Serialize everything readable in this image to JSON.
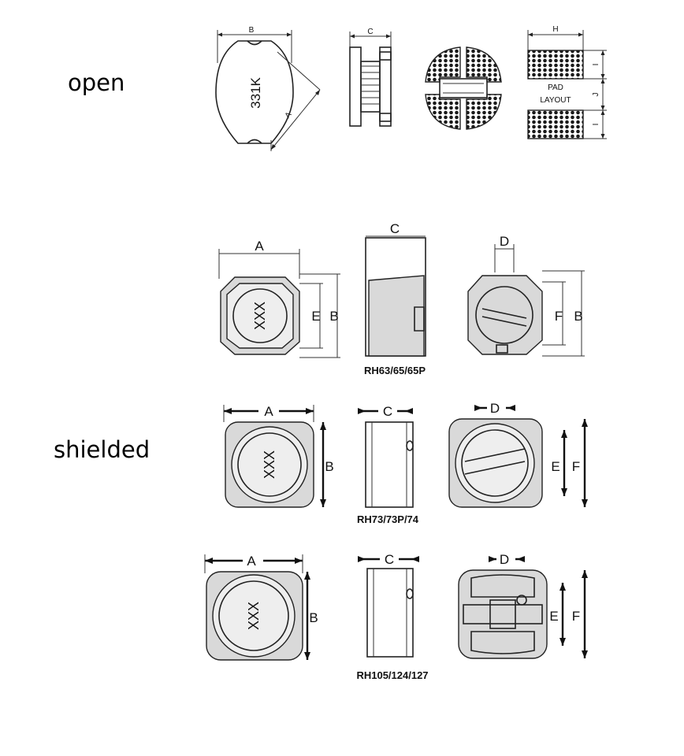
{
  "sections": {
    "open": "open",
    "shielded": "shielded"
  },
  "open_diagram": {
    "marking": "331K",
    "dim_b": "B",
    "dim_a": "A",
    "dim_c": "C",
    "dim_h": "H",
    "dim_i_top": "I",
    "dim_j": "J",
    "dim_i_bottom": "I",
    "pad_line1": "PAD",
    "pad_line2": "LAYOUT"
  },
  "rh63": {
    "caption": "RH63/65/65P",
    "marking": "XXX",
    "dim_a": "A",
    "dim_e": "E",
    "dim_b": "B",
    "dim_c": "C",
    "dim_d": "D",
    "dim_f": "F",
    "dim_b2": "B"
  },
  "rh73": {
    "caption": "RH73/73P/74",
    "marking": "XXX",
    "dim_a": "A",
    "dim_b": "B",
    "dim_c": "C",
    "dim_d": "D",
    "dim_e": "E",
    "dim_f": "F"
  },
  "rh105": {
    "caption": "RH105/124/127",
    "marking": "XXX",
    "dim_a": "A",
    "dim_b": "B",
    "dim_c": "C",
    "dim_d": "D",
    "dim_e": "E",
    "dim_f": "F"
  }
}
